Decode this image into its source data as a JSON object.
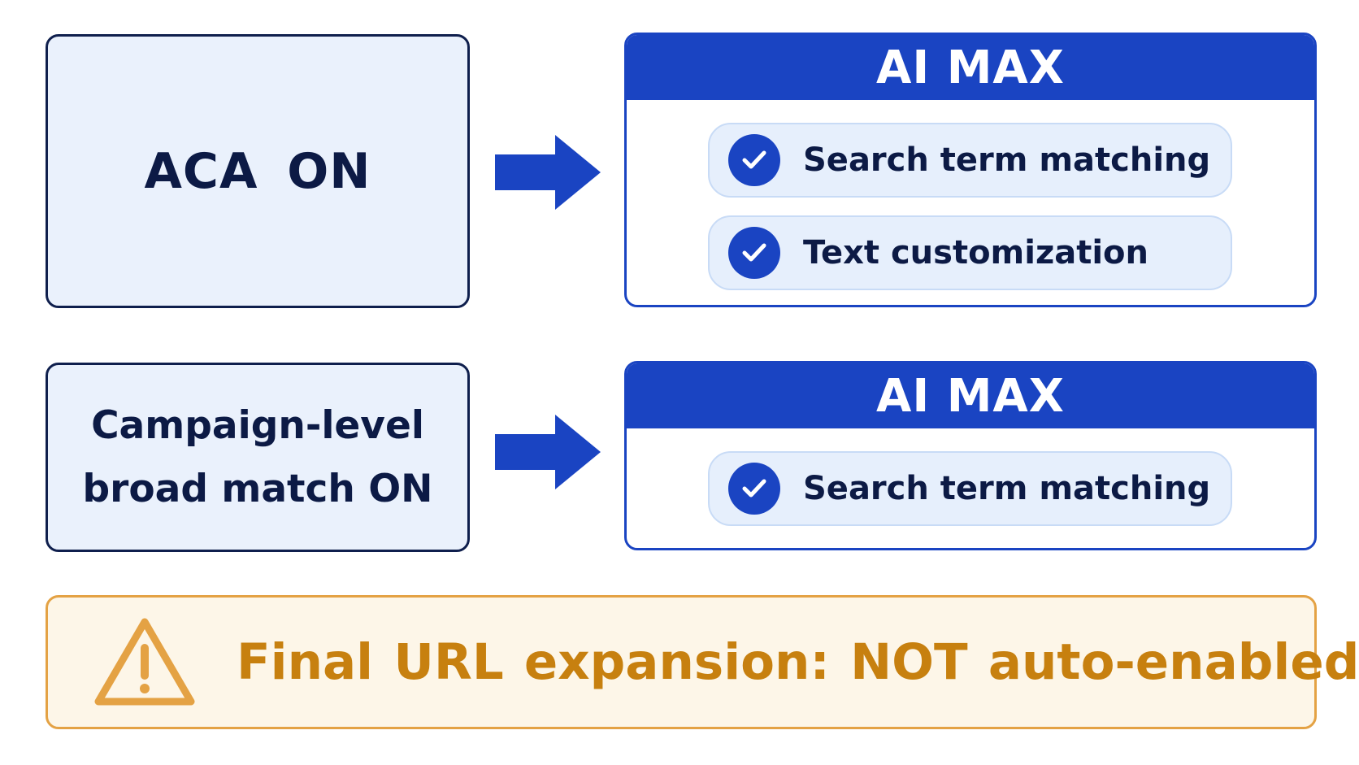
{
  "rows": [
    {
      "source": "ACA ON",
      "panel_title": "AI MAX",
      "features": [
        "Search term matching",
        "Text customization"
      ]
    },
    {
      "source_line1": "Campaign-level",
      "source_line2": "broad match ON",
      "panel_title": "AI MAX",
      "features": [
        "Search term matching"
      ]
    }
  ],
  "warning": {
    "text": "Final URL expansion: NOT auto-enabled",
    "icon": "warning-triangle-icon"
  },
  "icons": {
    "feature_check": "check-icon",
    "flow_arrow": "arrow-right-icon"
  },
  "colors": {
    "primary_blue": "#1a44c2",
    "navy_text": "#0c1a45",
    "source_fill": "#eaf1fc",
    "warning_orange": "#e4a244",
    "warning_text": "#c7800f",
    "warning_fill": "#fdf6e8"
  }
}
